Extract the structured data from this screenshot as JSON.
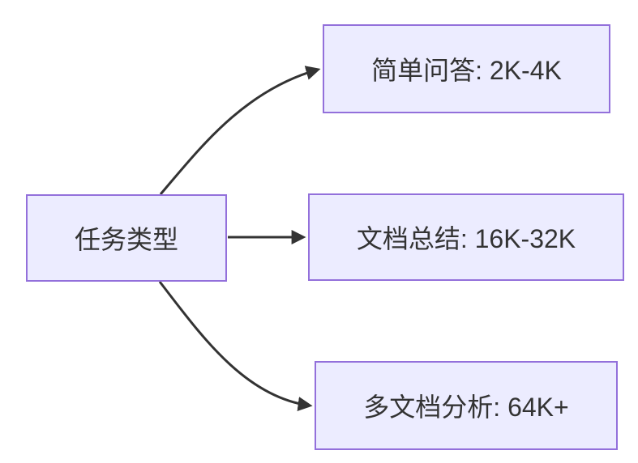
{
  "diagram": {
    "type": "flowchart",
    "direction": "left-to-right",
    "nodes": {
      "root": {
        "id": "task-type",
        "label": "任务类型"
      },
      "branches": [
        {
          "id": "simple-qa",
          "label": "简单问答: 2K-4K"
        },
        {
          "id": "doc-summary",
          "label": "文档总结: 16K-32K"
        },
        {
          "id": "multidoc-analysis",
          "label": "多文档分析: 64K+"
        }
      ]
    },
    "edges": [
      {
        "from": "任务类型",
        "to": "简单问答: 2K-4K"
      },
      {
        "from": "任务类型",
        "to": "文档总结: 16K-32K"
      },
      {
        "from": "任务类型",
        "to": "多文档分析: 64K+"
      }
    ],
    "colors": {
      "node_fill": "#ECECFF",
      "node_border": "#9370DB",
      "edge": "#333333",
      "text": "#333333",
      "background": "#FFFFFF"
    }
  }
}
